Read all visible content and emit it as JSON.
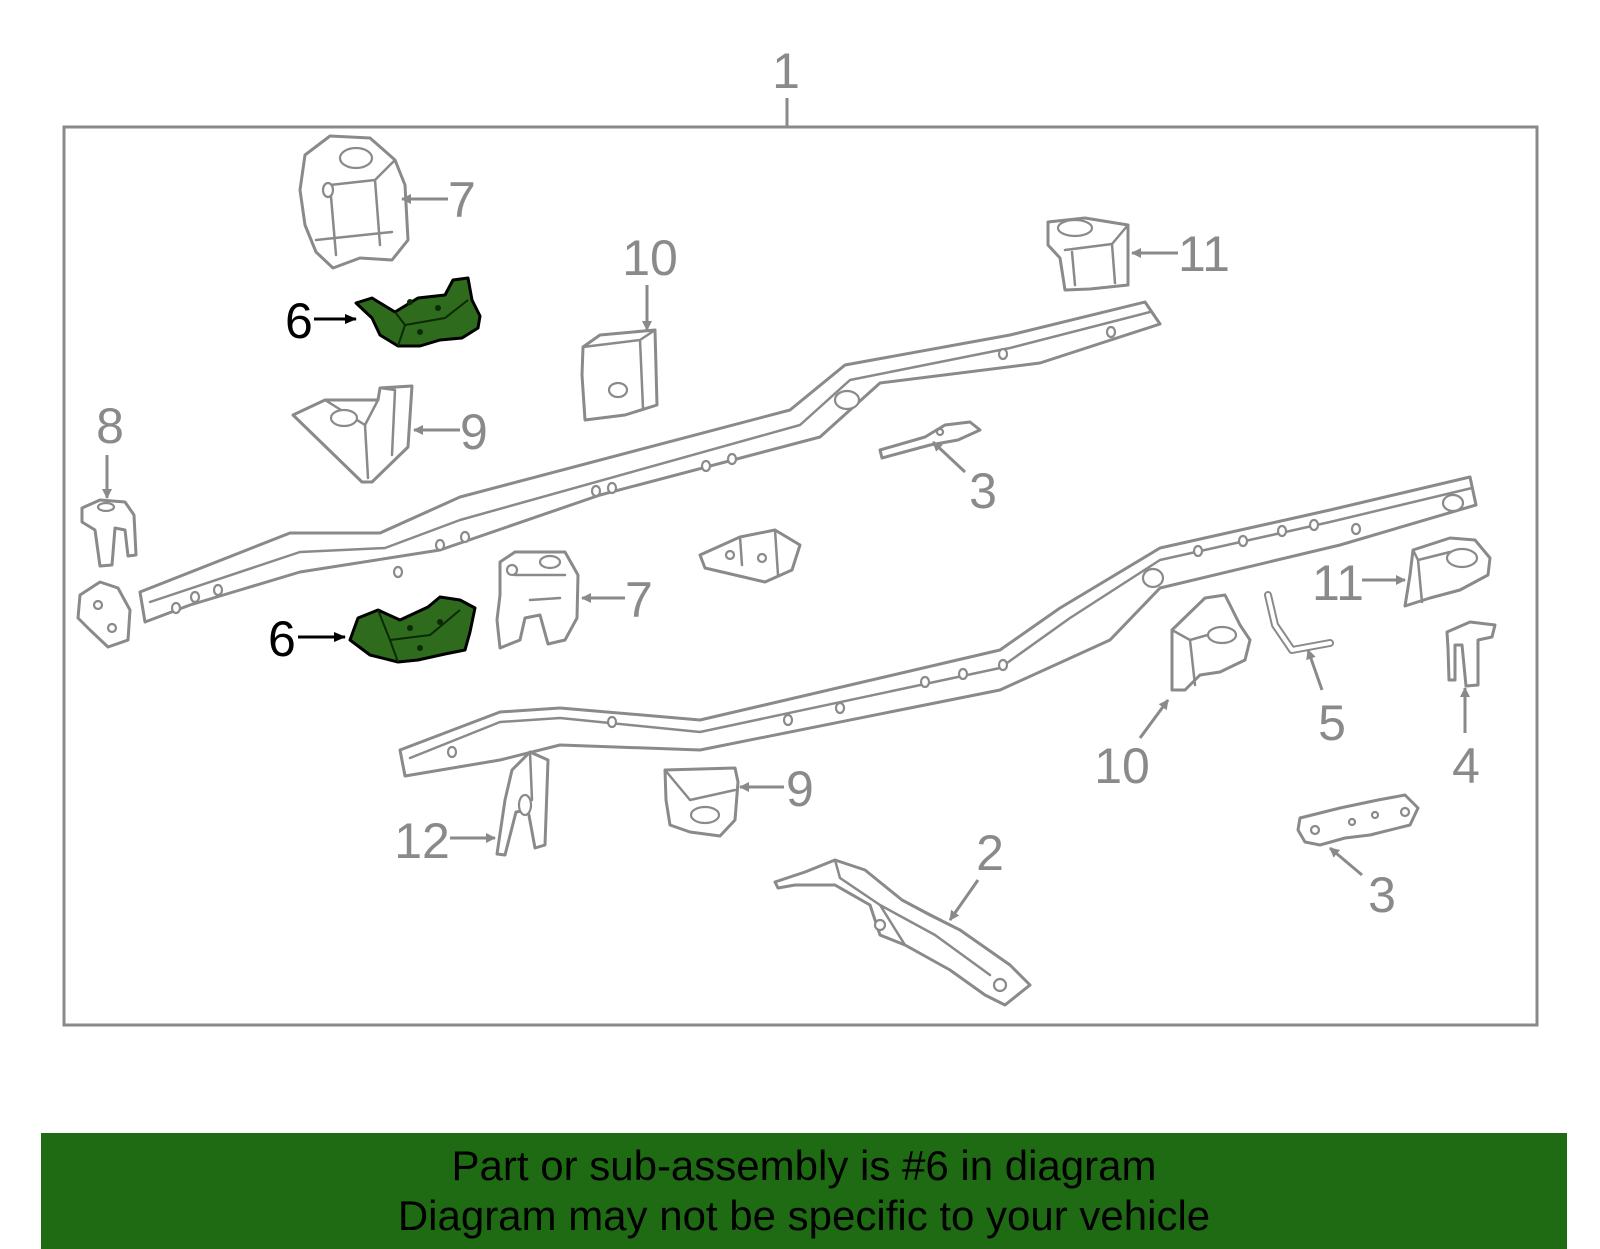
{
  "diagram": {
    "assembly_callout": "1",
    "callouts": [
      {
        "id": "c7a",
        "label": "7"
      },
      {
        "id": "c6a",
        "label": "6"
      },
      {
        "id": "c10a",
        "label": "10"
      },
      {
        "id": "c11a",
        "label": "11"
      },
      {
        "id": "c9a",
        "label": "9"
      },
      {
        "id": "c8",
        "label": "8"
      },
      {
        "id": "c3a",
        "label": "3"
      },
      {
        "id": "c7b",
        "label": "7"
      },
      {
        "id": "c6b",
        "label": "6"
      },
      {
        "id": "c11b",
        "label": "11"
      },
      {
        "id": "c5",
        "label": "5"
      },
      {
        "id": "c4",
        "label": "4"
      },
      {
        "id": "c10b",
        "label": "10"
      },
      {
        "id": "c9b",
        "label": "9"
      },
      {
        "id": "c12",
        "label": "12"
      },
      {
        "id": "c2",
        "label": "2"
      },
      {
        "id": "c3b",
        "label": "3"
      }
    ],
    "highlighted_part": "6",
    "highlight_color": "#2e6b1c",
    "line_color": "#8a8a8a"
  },
  "banner": {
    "line1": "Part or sub-assembly is #6 in diagram",
    "line2": "Diagram may not be specific to your vehicle",
    "background": "#1f6b14"
  }
}
